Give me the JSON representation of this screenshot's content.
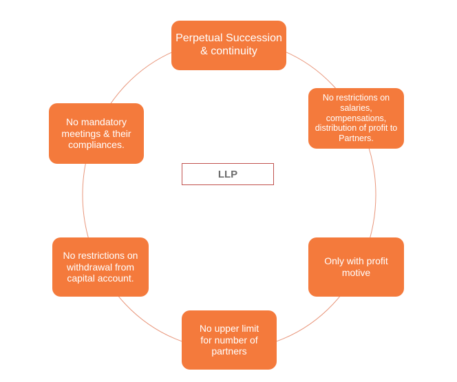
{
  "diagram": {
    "center_label": "LLP",
    "colors": {
      "node_fill": "#f47a3c",
      "ring_stroke": "#e8957a",
      "center_border": "#c0504d",
      "center_text": "#6b6b6b"
    },
    "nodes": [
      {
        "id": "perpetual",
        "text": "Perpetual Succession & continuity"
      },
      {
        "id": "salaries",
        "text": "No restrictions on salaries, compensations, distribution of profit to Partners."
      },
      {
        "id": "profit-motive",
        "text": "Only with profit motive"
      },
      {
        "id": "upper-limit",
        "text": "No upper limit for number of partners"
      },
      {
        "id": "withdrawal",
        "text": "No restrictions on withdrawal from capital account."
      },
      {
        "id": "meetings",
        "text": "No mandatory meetings & their compliances."
      }
    ]
  }
}
